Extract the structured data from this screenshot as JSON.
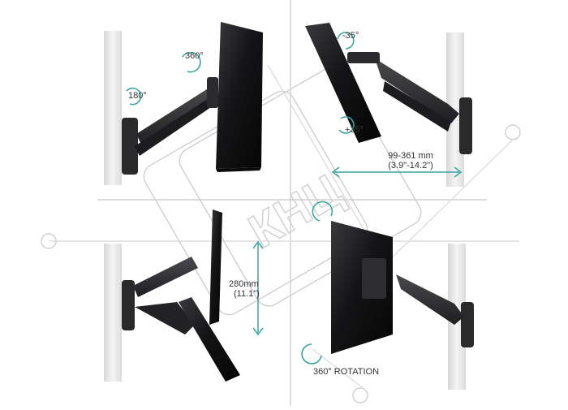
{
  "labels": {
    "rot_360": "360°",
    "tilt_180": "180°",
    "tilt_neg35": "-35°",
    "tilt_pos35": "+35°",
    "extension_mm": "99-361 mm",
    "extension_in": "(3.9\"-14.2\")",
    "height_mm": "280mm",
    "height_in": "(11.1\")",
    "rotation_caption": "360° ROTATION"
  },
  "colors": {
    "accent": "#3aa7a0",
    "mount": "#2e2e30",
    "screen": "#1b1b1d",
    "wall": "#e9e9e9",
    "guide": "#c9c9c9"
  }
}
